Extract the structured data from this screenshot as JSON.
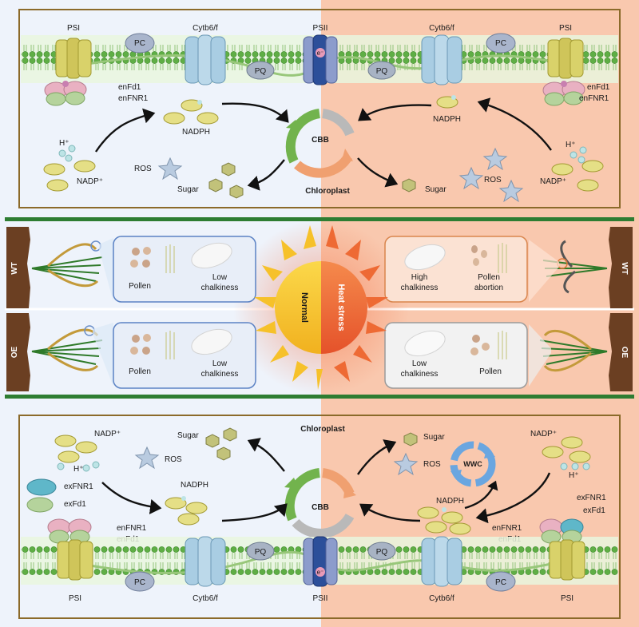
{
  "top_panel": {
    "psi_left": "PSI",
    "pc_left": "PC",
    "cytb_left": "Cytb6/f",
    "pq_left": "PQ",
    "psii": "PSII",
    "electron": "e⁻",
    "pq_right": "PQ",
    "cytb_right": "Cytb6/f",
    "pc_right": "PC",
    "psi_right": "PSI",
    "enfd1_left": "enFd1",
    "enfnr1_left": "enFNR1",
    "enfd1_right": "enFd1",
    "enfnr1_right": "enFNR1",
    "nadph_left": "NADPH",
    "nadph_right": "NADPH",
    "cbb": "CBB",
    "chloroplast": "Chloroplast",
    "h_left": "H⁺",
    "h_right": "H⁺",
    "nadp_left": "NADP⁺",
    "nadp_right": "NADP⁺",
    "ros_left": "ROS",
    "ros_right": "ROS",
    "sugar_left": "Sugar",
    "sugar_right": "Sugar"
  },
  "middle_panel": {
    "wt_left": "WT",
    "oe_left": "OE",
    "wt_right": "WT",
    "oe_right": "OE",
    "normal": "Normal",
    "heat_stress": "Heat stress",
    "wt_normal": {
      "pollen": "Pollen",
      "chalk_1": "Low",
      "chalk_2": "chalkiness"
    },
    "oe_normal": {
      "pollen": "Pollen",
      "chalk_1": "Low",
      "chalk_2": "chalkiness"
    },
    "wt_heat": {
      "chalk_1": "High",
      "chalk_2": "chalkiness",
      "pollen_1": "Pollen",
      "pollen_2": "abortion"
    },
    "oe_heat": {
      "chalk_1": "Low",
      "chalk_2": "chalkiness",
      "pollen": "Pollen"
    }
  },
  "bottom_panel": {
    "nadp_left": "NADP⁺",
    "h_left": "H⁺",
    "sugar_left": "Sugar",
    "ros_left": "ROS",
    "chloroplast": "Chloroplast",
    "exfnr1_left": "exFNR1",
    "exfd1_left": "exFd1",
    "nadph_left": "NADPH",
    "cbb": "CBB",
    "enfnr1_left": "enFNR1",
    "enfd1_left": "enFd1",
    "sugar_right": "Sugar",
    "ros_right": "ROS",
    "wwc": "WWC",
    "nadp_right": "NADP⁺",
    "h_right": "H⁺",
    "nadph_right": "NADPH",
    "exfnr1_right": "exFNR1",
    "exfd1_right": "exFd1",
    "enfnr1_right": "enFNR1",
    "enfd1_right": "enFd1",
    "psi_left": "PSI",
    "pc_left": "PC",
    "cytb_left": "Cytb6/f",
    "pq_left": "PQ",
    "psii": "PSII",
    "electron": "e⁻",
    "pq_right": "PQ",
    "cytb_right": "Cytb6/f",
    "pc_right": "PC",
    "psi_right": "PSI"
  },
  "colors": {
    "normal_bg": "#eef3fb",
    "heat_bg": "#f9c8ae",
    "frame": "#8b6a2a",
    "membrane_green": "#66b84a",
    "psi_yellow": "#d9d26a",
    "cytb_blue": "#a9cde3",
    "psii_blue": "#2c4f9a",
    "soil": "#6b3f22",
    "band_green": "#2e7d32",
    "sun_yellow": "#f6c12a",
    "sun_orange": "#ee6a34",
    "cbb_green": "#72b34d",
    "cbb_orange": "#f0a070",
    "wwc_blue": "#6aa6e0"
  }
}
